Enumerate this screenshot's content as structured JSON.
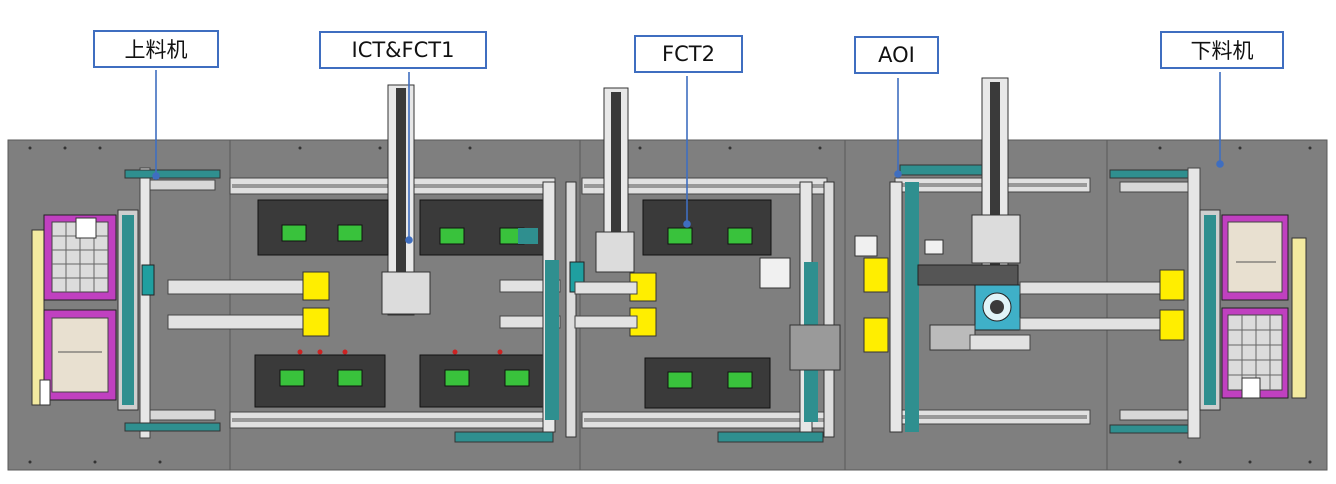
{
  "labels": {
    "loader": "上料机",
    "ict_fct1": "ICT&FCT1",
    "fct2": "FCT2",
    "aoi": "AOI",
    "unloader": "下料机"
  },
  "colors": {
    "floor": "#7f7f7f",
    "label_border": "#3f6ec0",
    "pointer": "#3f6ec0",
    "rail": "#d8d8d8",
    "belt": "#2f8f8f",
    "fixture": "#3a3a3a",
    "fixture_green": "#39c23c",
    "pad_yellow": "#ffee00",
    "magazine_pink": "#c040c0",
    "magazine_cream": "#f3eaa0"
  },
  "icons": [
    "loader-magazine",
    "unloader-magazine",
    "test-fixture",
    "gantry-rail",
    "conveyor-belt",
    "yellow-pusher-pad",
    "aoi-camera"
  ]
}
